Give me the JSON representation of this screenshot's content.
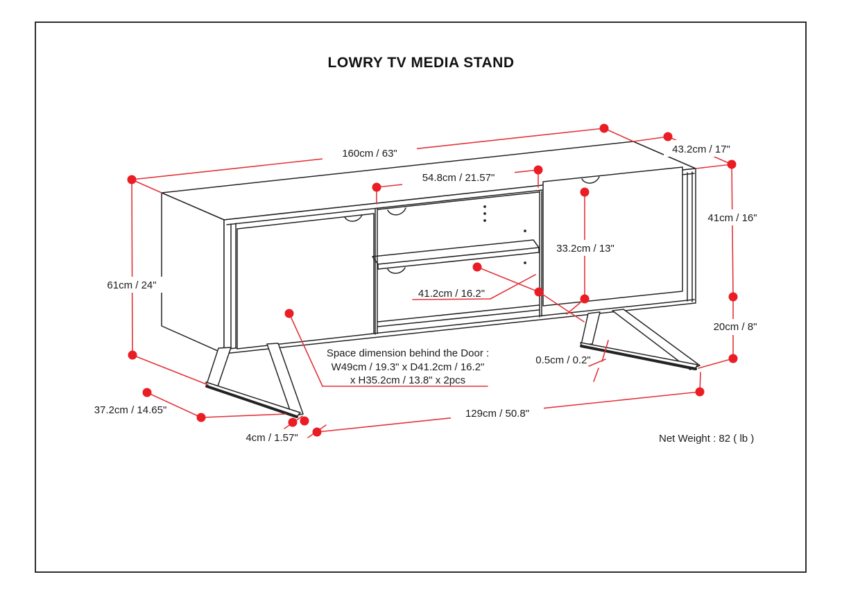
{
  "page": {
    "title": "LOWRY TV MEDIA STAND",
    "net_weight": "Net Weight : 82 ( lb )"
  },
  "colors": {
    "dimension_red": "#ea1c24",
    "drawing_black": "#232323"
  },
  "dimensions": {
    "overall_width": "160cm / 63\"",
    "top_depth": "43.2cm / 17\"",
    "cabinet_height": "41cm / 16\"",
    "center_opening_width": "54.8cm / 21.57\"",
    "door_height": "33.2cm / 13\"",
    "overall_height": "61cm / 24\"",
    "interior_depth": "41.2cm / 16.2\"",
    "leg_height": "20cm / 8\"",
    "floor_gap": "0.5cm / 0.2\"",
    "leg_depth": "37.2cm / 14.65\"",
    "leg_thickness": "4cm / 1.57\"",
    "leg_span": "129cm / 50.8\""
  },
  "note": {
    "line1": "Space dimension behind the Door :",
    "line2": "W49cm / 19.3\" x D41.2cm / 16.2\"",
    "line3": "x H35.2cm / 13.8\" x 2pcs"
  }
}
